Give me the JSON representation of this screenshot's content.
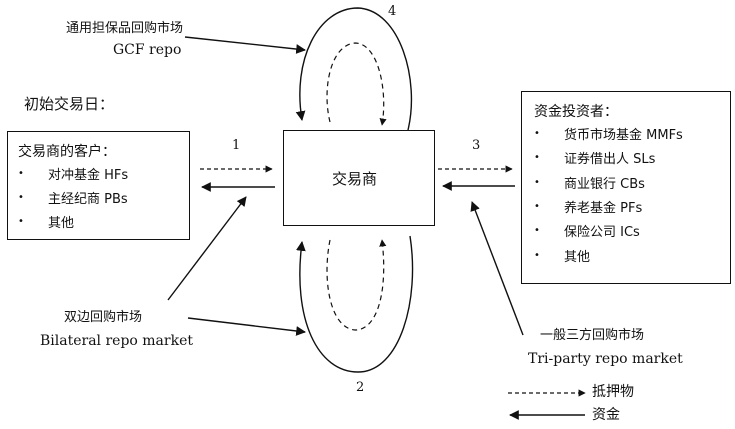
{
  "left_title": "初始交易日：",
  "gcf": {
    "cn": "通用担保品回购市场",
    "en": "GCF repo"
  },
  "bilateral": {
    "cn": "双边回购市场",
    "en": "Bilateral repo market"
  },
  "triparty": {
    "cn": "一般三方回购市场",
    "en": "Tri-party repo market"
  },
  "dealer": {
    "label": "交易商"
  },
  "clients": {
    "title": "交易商的客户：",
    "items": [
      "对冲基金 HFs",
      "主经纪商 PBs",
      "其他"
    ]
  },
  "investors": {
    "title": "资金投资者：",
    "items": [
      "货币市场基金 MMFs",
      "证券借出人 SLs",
      "商业银行 CBs",
      "养老基金 PFs",
      "保险公司 ICs",
      "其他"
    ]
  },
  "numbers": {
    "n1": "1",
    "n2": "2",
    "n3": "3",
    "n4": "4"
  },
  "legend": {
    "collateral": "抵押物",
    "cash": "资金"
  },
  "bullet": "•"
}
